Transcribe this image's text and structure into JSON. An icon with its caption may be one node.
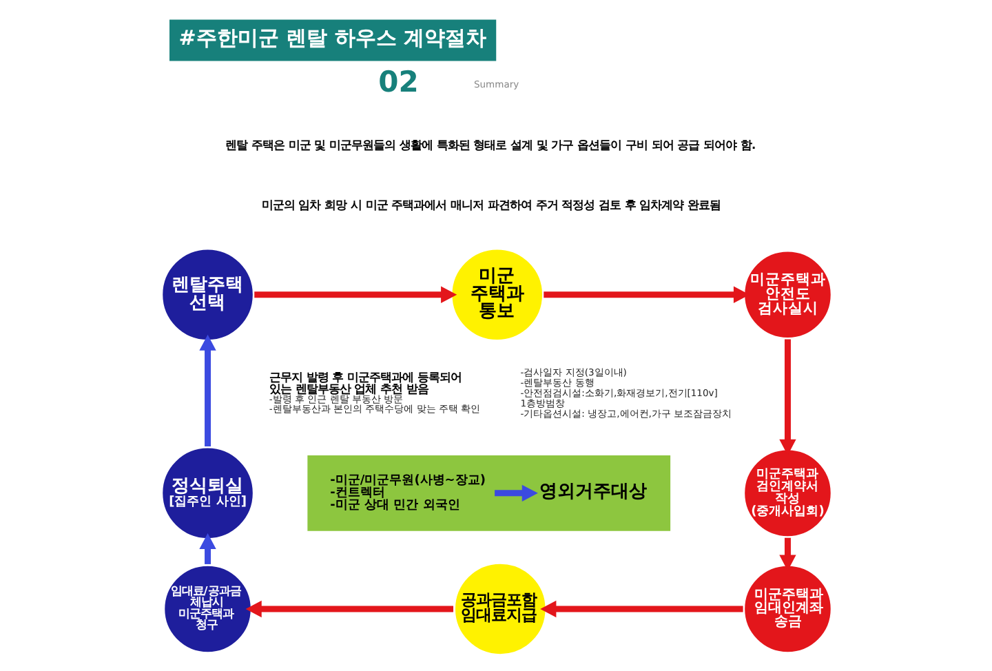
{
  "diagram": {
    "title": "#주한미군 렌탈 하우스 계약절차",
    "nodes": [
      {
        "text": [
          "렌탈주택 선택"
        ],
        "beside": [
          "근무지 발령 후 미군주택과에 등록되어 있는 렌탈부동산 업체 추천 받음",
          "-발령 후 인근 렌탈 부동산 방문",
          "-렌탈부동산과 본인의 주택수당에 맞는 주택 확인"
        ]
      },
      {
        "text": [
          "미군 주택과 통보"
        ],
        "beside": [
          "-검사일자 지정(3일이내)",
          "-렌탈부동산 동행",
          "-안전점검시설:소화기,화재경보기,전기[110v] 1층방범창",
          "-기타옵션시설: 냉장고,에어컨,가구 보조잠금장치"
        ]
      },
      {
        "text": [
          "미군주택과 안전도 검사실시"
        ]
      },
      {
        "text": [
          "미군주택과 검인계약서 작성 (중개사입회)"
        ]
      },
      {
        "text": [
          "미군주택과 임대인계좌 송금"
        ]
      },
      {
        "text": [
          "공과금포함 임대료지급"
        ]
      },
      {
        "text": [
          "임대료/공과금 체납시 미군주택과 청구"
        ]
      },
      {
        "text": [
          "정식퇴실",
          "[집주인 사인]"
        ]
      },
      {
        "text": [],
        "shape": "box"
      },
      {
        "text": [
          "-미군/미군무원(사병~장교)",
          "-컨트렉터",
          "-미군 상대 민간 외국인"
        ],
        "in": 8
      },
      {
        "text": [
          "영외거주대상"
        ],
        "in": 8
      }
    ],
    "edges": [
      {
        "from": 0,
        "to": 1,
        "arrow": "to"
      },
      {
        "from": 1,
        "to": 2,
        "arrow": "to"
      },
      {
        "from": 2,
        "to": 3,
        "arrow": "to"
      },
      {
        "from": 3,
        "to": 4,
        "arrow": "to"
      },
      {
        "from": 4,
        "to": 5,
        "arrow": "to"
      },
      {
        "from": 5,
        "to": 6,
        "arrow": "to"
      },
      {
        "from": 6,
        "to": 7,
        "arrow": "to",
        "color": "#3b4ae0"
      },
      {
        "from": 7,
        "to": 0,
        "arrow": "to",
        "color": "#3b4ae0"
      },
      {
        "from": 9,
        "to": 10,
        "arrow": "to",
        "color": "#3b4ae0"
      }
    ],
    "labels": [
      "02",
      "Summary",
      "렌탈 주택은 미군 및 미군무원들의 생활에 특화된 형태로 설계 및 가구 옵션들이 구비 되어 공급 되어야 함.",
      "미군의 임차 희망 시 미군 주택과에서 매니저 파견하여 주거 적정성 검토 후 임차계약 완료됨"
    ]
  }
}
